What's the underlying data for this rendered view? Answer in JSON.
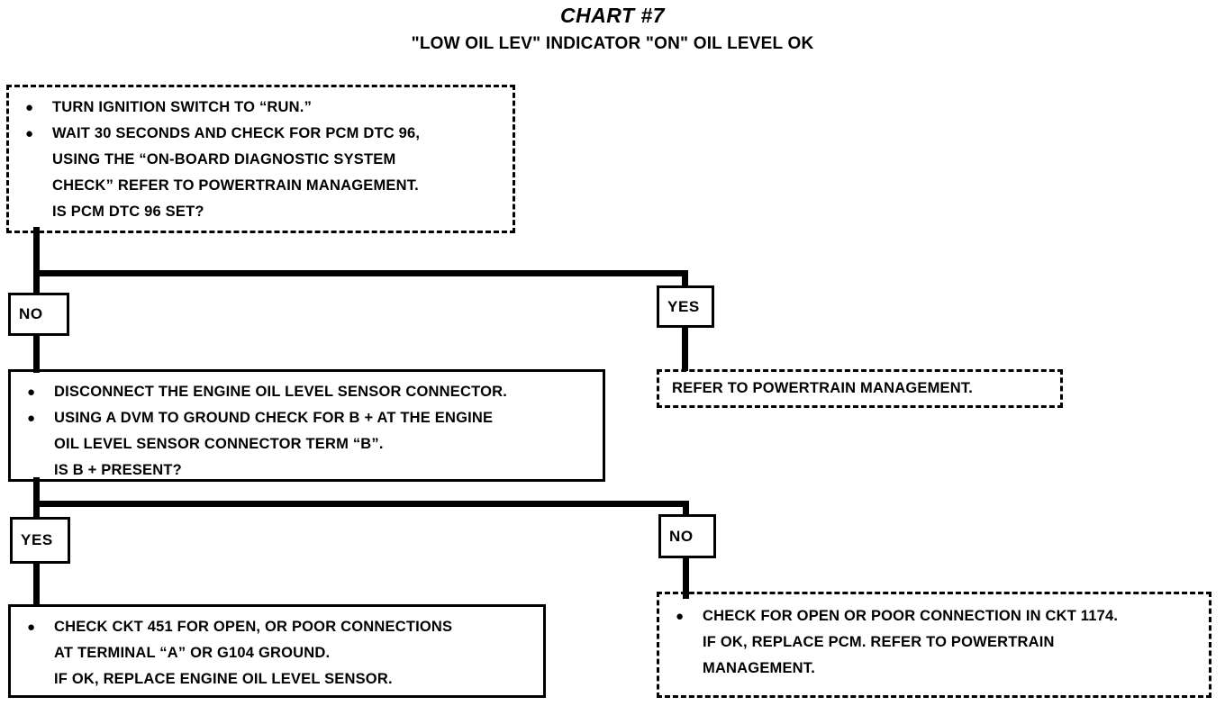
{
  "header": {
    "title": "CHART #7",
    "subtitle": "\"LOW OIL LEV\" INDICATOR \"ON\" OIL LEVEL OK"
  },
  "nodes": {
    "step1": {
      "name": "pcm-dtc-check-box",
      "border": "dashed",
      "lines": [
        {
          "bullet": true,
          "text": "TURN IGNITION SWITCH TO “RUN.”"
        },
        {
          "bullet": true,
          "text": "WAIT 30 SECONDS AND CHECK FOR PCM DTC 96,"
        },
        {
          "bullet": false,
          "text": "USING THE “ON-BOARD DIAGNOSTIC SYSTEM"
        },
        {
          "bullet": false,
          "text": "CHECK” REFER TO POWERTRAIN MANAGEMENT."
        },
        {
          "bullet": false,
          "text": "IS PCM DTC 96 SET?"
        }
      ]
    },
    "step2": {
      "name": "b-plus-check-box",
      "border": "solid",
      "lines": [
        {
          "bullet": true,
          "text": "DISCONNECT THE ENGINE OIL LEVEL SENSOR CONNECTOR."
        },
        {
          "bullet": true,
          "text": "USING A DVM TO GROUND CHECK FOR B + AT THE ENGINE"
        },
        {
          "bullet": false,
          "text": "OIL LEVEL SENSOR CONNECTOR TERM “B”."
        },
        {
          "bullet": false,
          "text": "IS B + PRESENT?"
        }
      ]
    },
    "refer_pcm": {
      "name": "refer-powertrain-box",
      "border": "dashed",
      "lines": [
        {
          "bullet": false,
          "text": "REFER TO  POWERTRAIN MANAGEMENT."
        }
      ]
    },
    "result_left": {
      "name": "check-ckt-451-box",
      "border": "solid",
      "lines": [
        {
          "bullet": true,
          "text": "CHECK CKT 451 FOR OPEN, OR POOR CONNECTIONS"
        },
        {
          "bullet": false,
          "text": "AT TERMINAL “A” OR G104 GROUND."
        },
        {
          "bullet": false,
          "text": "IF OK, REPLACE ENGINE OIL LEVEL SENSOR."
        }
      ]
    },
    "result_right": {
      "name": "check-ckt-1174-box",
      "border": "dashed",
      "lines": [
        {
          "bullet": true,
          "text": "CHECK FOR OPEN OR POOR CONNECTION IN CKT 1174."
        },
        {
          "bullet": false,
          "text": "IF OK, REPLACE PCM.  REFER TO  POWERTRAIN"
        },
        {
          "bullet": false,
          "text": "MANAGEMENT."
        }
      ]
    }
  },
  "branches": {
    "branch1_no": "NO",
    "branch1_yes": "YES",
    "branch2_yes": "YES",
    "branch2_no": "NO"
  },
  "colors": {
    "ink": "#000000",
    "paper": "#ffffff"
  }
}
